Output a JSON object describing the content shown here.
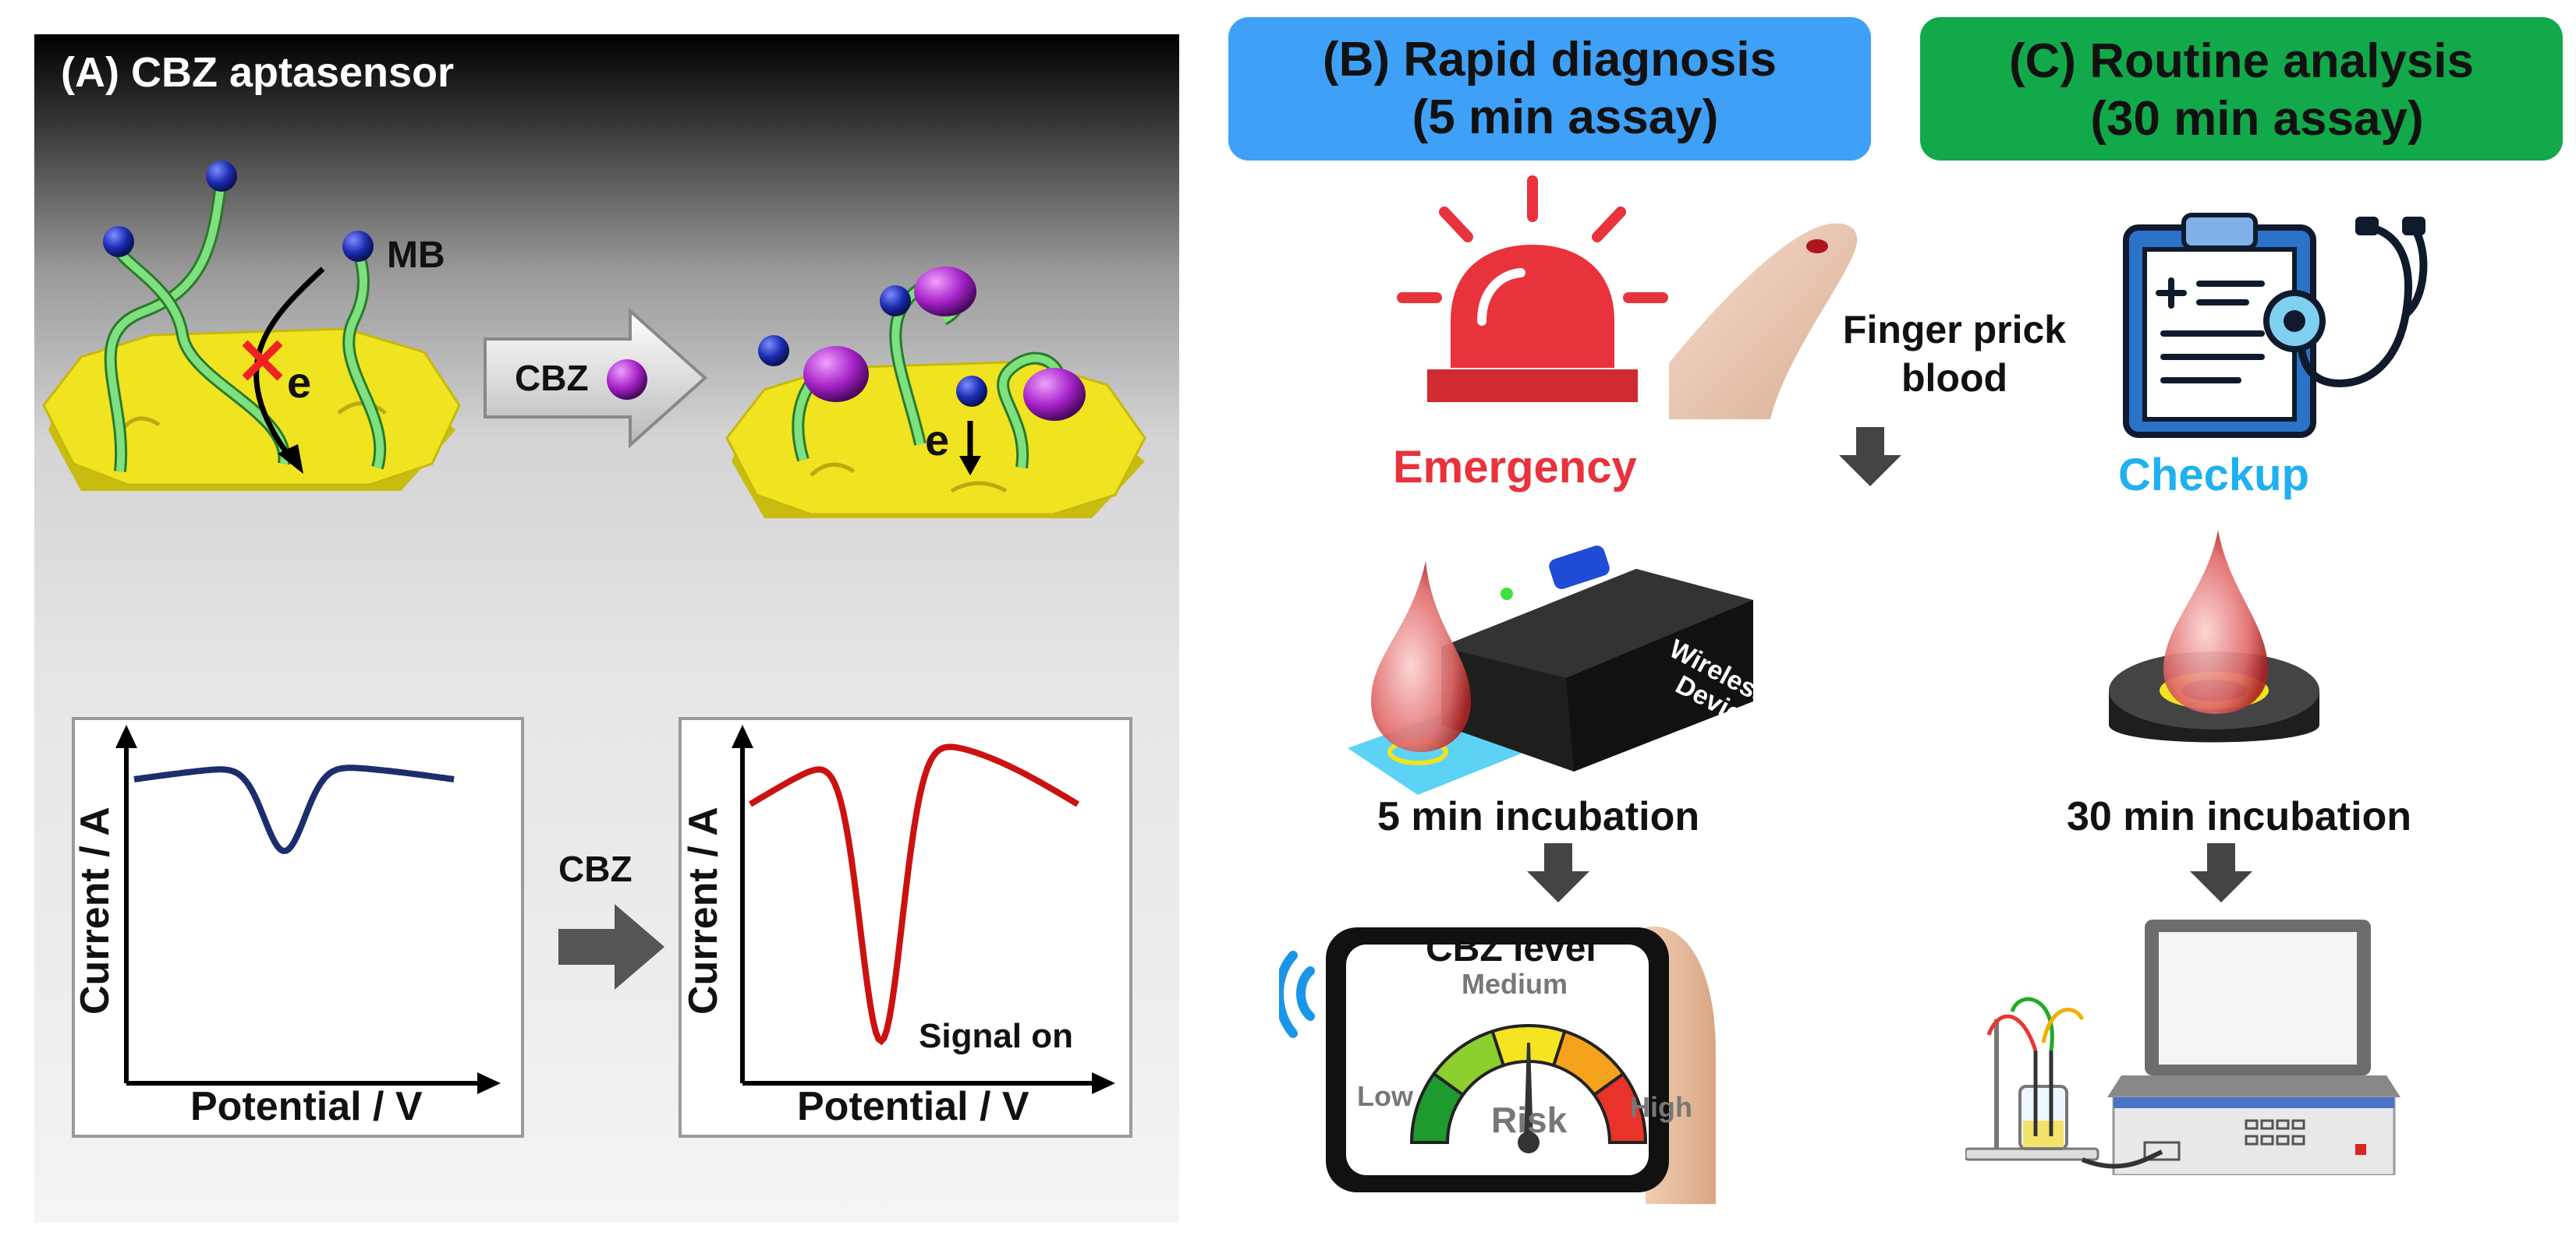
{
  "panel_a": {
    "title": "(A) CBZ aptasensor",
    "mb_label": "MB",
    "electron_label": "e",
    "arrow_label": "CBZ",
    "chart_left": {
      "ylabel": "Current / A",
      "xlabel": "Potential / V"
    },
    "middle_arrow_label": "CBZ",
    "chart_right": {
      "ylabel": "Current / A",
      "xlabel": "Potential / V",
      "annotation": "Signal on"
    }
  },
  "panel_b": {
    "header_line1": "(B) Rapid diagnosis",
    "header_line2": "(5 min assay)",
    "emergency_label": "Emergency",
    "finger_label_1": "Finger prick",
    "finger_label_2": "blood",
    "device_label_1": "Wireless",
    "device_label_2": "Device",
    "incubation_label": "5 min incubation",
    "phone": {
      "title": "CBZ level",
      "medium": "Medium",
      "low": "Low",
      "high": "High",
      "risk": "Risk"
    }
  },
  "panel_c": {
    "header_line1": "(C) Routine  analysis",
    "header_line2": "(30 min assay)",
    "checkup_label": "Checkup",
    "incubation_label": "30 min incubation"
  },
  "colors": {
    "header_b": "#3ea0f7",
    "header_c": "#12a94b",
    "emergency": "#e8323c",
    "checkup": "#1fb0ef",
    "curve_left": "#1c2d6e",
    "curve_right": "#cc1111",
    "gold": "#f0e320",
    "aptamer": "#6ed66e",
    "mb_ball": "#1a2bb0",
    "cbz_ball": "#a622c8"
  },
  "icons": [
    "siren-icon",
    "finger-photo",
    "clipboard-stethoscope-icon",
    "blood-drop-icon",
    "wireless-device-icon",
    "smartphone-gauge-icon",
    "electrode-icon",
    "laptop-potentiostat-icon",
    "down-arrow-icon",
    "right-arrow-icon",
    "wifi-icon"
  ]
}
